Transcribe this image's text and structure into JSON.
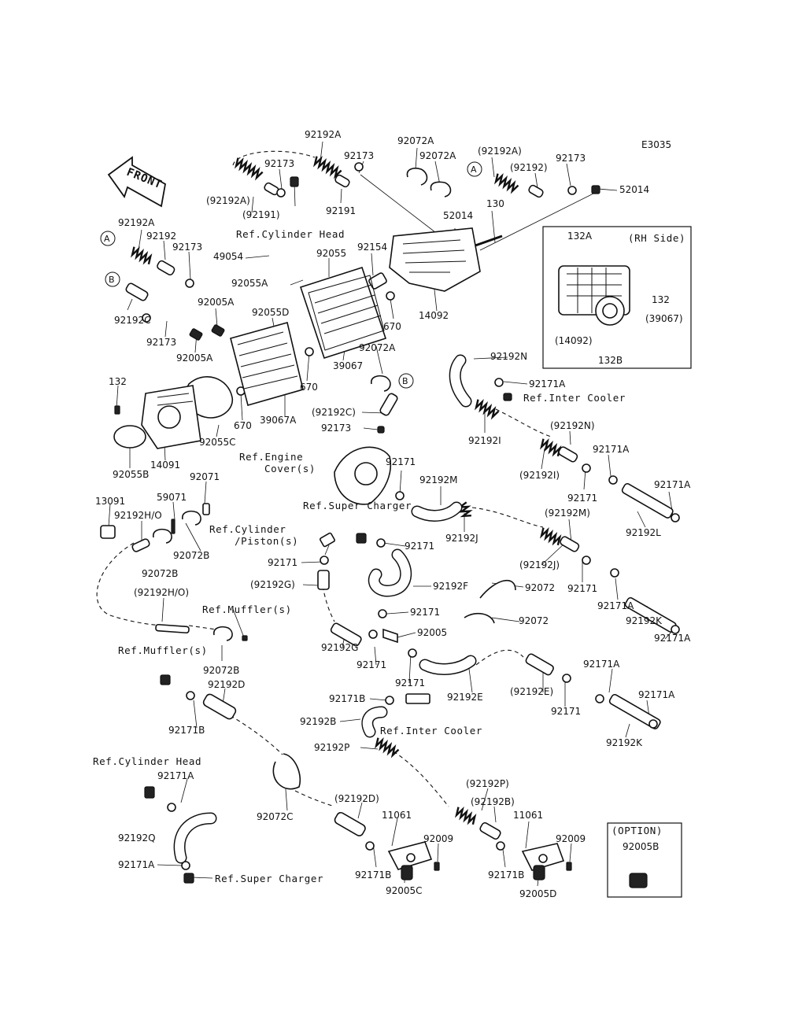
{
  "diagram_code": "E3035",
  "front_arrow_label": "FRONT",
  "rh_side_label": "(RH Side)",
  "option_label": "(OPTION)",
  "markers": {
    "a": "A",
    "b": "B"
  },
  "refs": {
    "cyl_head_top": "Ref.Cylinder Head",
    "inter_cooler_top": "Ref.Inter Cooler",
    "engine_cover_1": "Ref.Engine",
    "engine_cover_2": "Cover(s)",
    "super_charger_mid": "Ref.Super Charger",
    "cyl_piston_1": "Ref.Cylinder",
    "cyl_piston_2": "/Piston(s)",
    "muffler_a": "Ref.Muffler(s)",
    "muffler_b": "Ref.Muffler(s)",
    "inter_cooler_bottom": "Ref.Inter Cooler",
    "cyl_head_bottom": "Ref.Cylinder Head",
    "super_charger_bottom": "Ref.Super Charger"
  },
  "labels": {
    "l01": "92192A",
    "l02": "92072A",
    "l03": "92173",
    "l04": "92173",
    "l05": "92072A",
    "l06": "(92192A)",
    "l07": "92173",
    "l08": "(92192)",
    "l09": "52014",
    "l10": "(92192A)",
    "l11": "(92191)",
    "l12": "92191",
    "l13": "52014",
    "l14": "130",
    "l15": "92192A",
    "l16": "92192",
    "l17": "92173",
    "l18": "49054",
    "l19": "92055",
    "l20": "92154",
    "l21": "92055A",
    "l22": "92005A",
    "l23": "92192C",
    "l24": "92055D",
    "l25": "670",
    "l26": "14092",
    "l27": "92173",
    "l28": "92005A",
    "l29": "132A",
    "l30": "132",
    "l31": "(39067)",
    "l32": "(14092)",
    "l33": "132B",
    "l34": "39067",
    "l35": "92072A",
    "l36": "92192N",
    "l37": "670",
    "l38": "92171A",
    "l39": "132",
    "l40": "(92192C)",
    "l41": "92173",
    "l42": "670",
    "l43": "39067A",
    "l44": "92055C",
    "l45": "14091",
    "l46": "92055B",
    "l47": "92192I",
    "l48": "(92192N)",
    "l49": "92171A",
    "l50": "92171",
    "l51": "92192M",
    "l52": "(92192I)",
    "l53": "92171",
    "l54": "92171A",
    "l55": "13091",
    "l56": "59071",
    "l57": "92071",
    "l58": "92192H/O",
    "l59": "92072B",
    "l60": "92192L",
    "l61": "(92192M)",
    "l62": "92192J",
    "l63": "92072B",
    "l64": "92171",
    "l65": "92171",
    "l66": "(92192G)",
    "l67": "92192F",
    "l68": "(92192J)",
    "l69": "92072",
    "l70": "92171",
    "l71": "(92192H/O)",
    "l72": "92171",
    "l73": "92072",
    "l74": "92171A",
    "l75": "92192K",
    "l76": "92005",
    "l77": "92171A",
    "l78": "92192G",
    "l79": "92171",
    "l80": "92171",
    "l81": "92072B",
    "l82": "92192E",
    "l83": "(92192E)",
    "l84": "92171A",
    "l85": "92192D",
    "l86": "92171B",
    "l87": "92171",
    "l88": "92171A",
    "l89": "92192B",
    "l90": "92171B",
    "l91": "92192K",
    "l92": "92192P",
    "l93": "92171A",
    "l94": "92072C",
    "l95": "(92192P)",
    "l96": "(92192D)",
    "l97": "(92192B)",
    "l98": "11061",
    "l99": "11061",
    "l100": "92192Q",
    "l101": "92009",
    "l102": "92009",
    "l103": "92171A",
    "l104": "92171B",
    "l105": "92171B",
    "l106": "92005C",
    "l107": "92005D",
    "l108": "92005B"
  }
}
